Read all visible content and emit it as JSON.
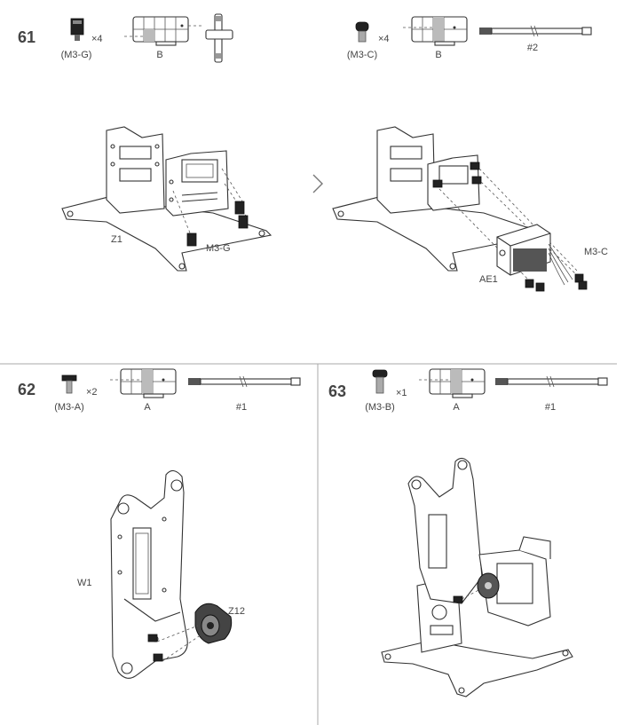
{
  "steps": {
    "s61": {
      "number": "61",
      "screw_label": "(M3-G)",
      "qty": "×4",
      "board_label": "B",
      "part_z": "Z1",
      "part_screw": "M3-G"
    },
    "s61b": {
      "screw_label": "(M3-C)",
      "qty": "×4",
      "board_label": "B",
      "cable_label": "#2",
      "part_servo": "AE1",
      "part_screw": "M3-C"
    },
    "s62": {
      "number": "62",
      "screw_label": "(M3-A)",
      "qty": "×2",
      "board_label": "A",
      "cable_label": "#1",
      "part_w": "W1",
      "part_z": "Z12"
    },
    "s63": {
      "number": "63",
      "screw_label": "(M3-B)",
      "qty": "×1",
      "board_label": "A",
      "cable_label": "#1"
    }
  },
  "icons": {
    "next_arrow": "chevron-right-icon",
    "hex_tool": "hex-wrench-icon"
  }
}
